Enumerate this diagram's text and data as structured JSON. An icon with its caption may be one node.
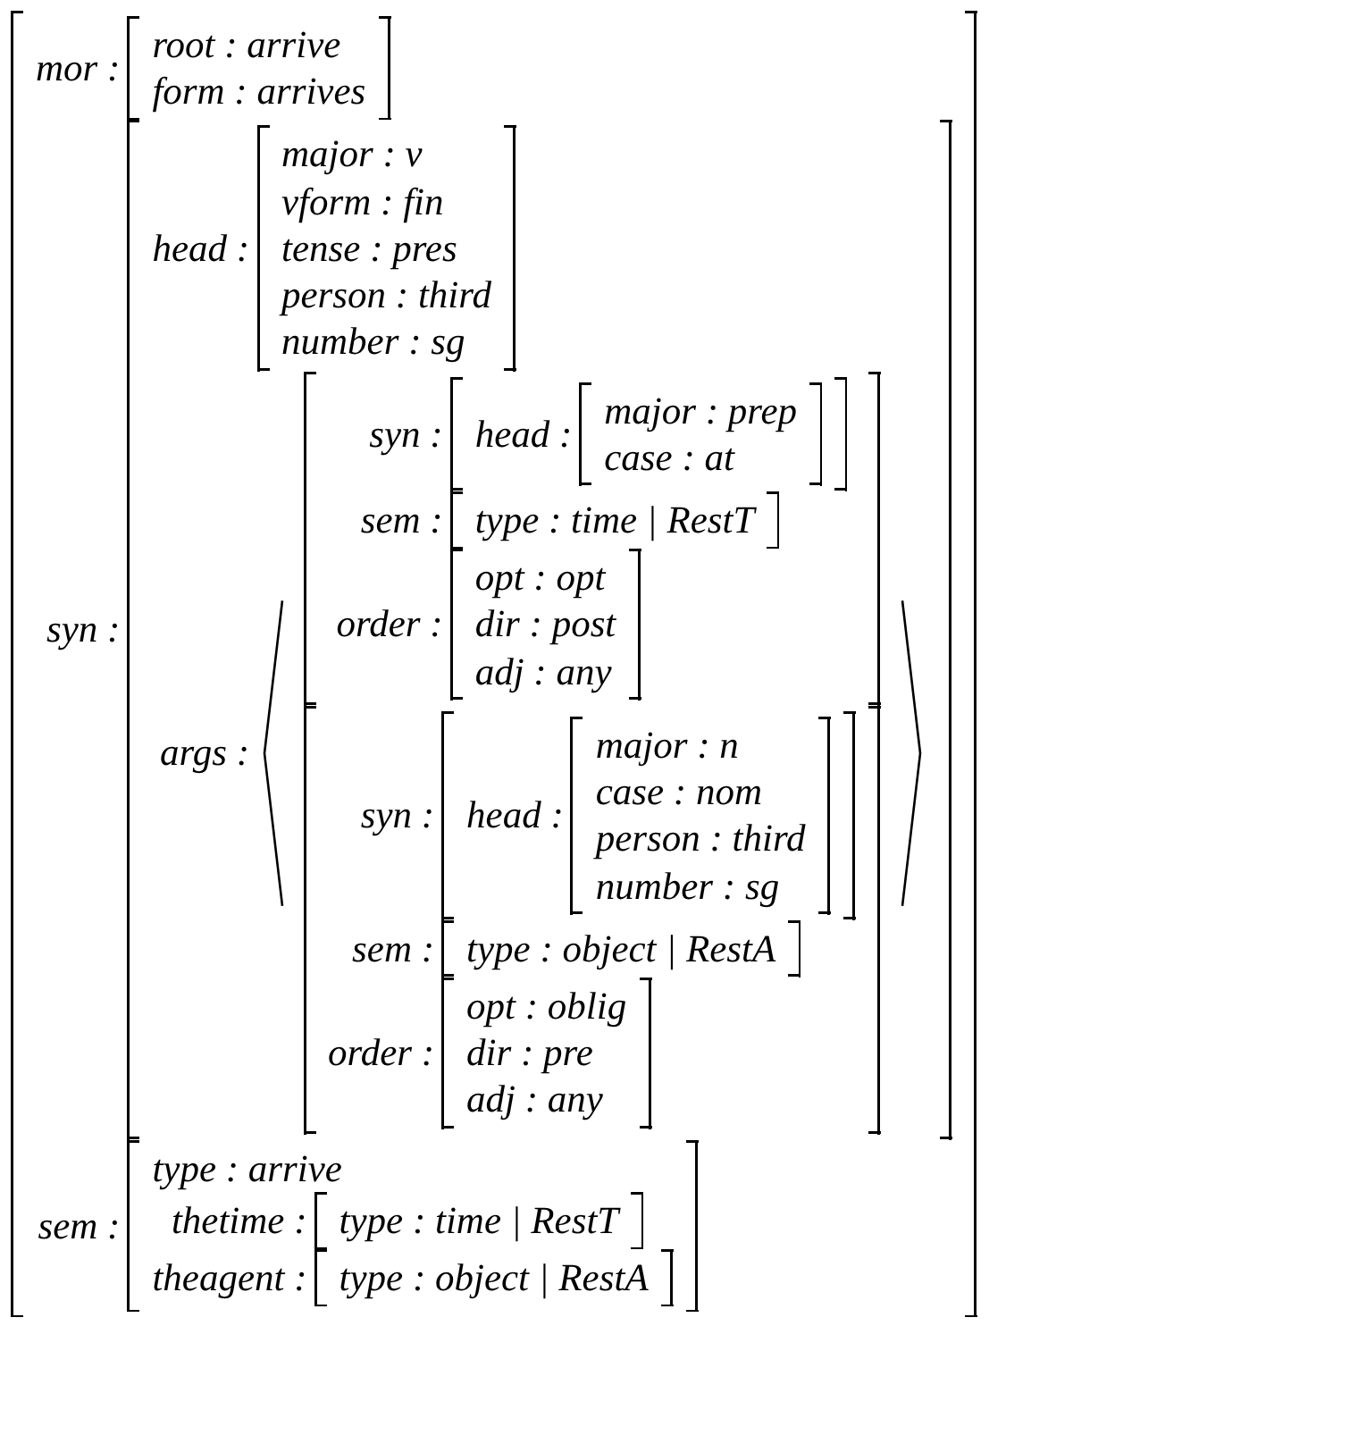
{
  "diagram": {
    "nodes": [
      {
        "text": [
          "mor :",
          "syn :",
          "sem :"
        ]
      },
      {
        "text": [
          "root : arrive",
          "form : arrives"
        ],
        "in": 0
      },
      {
        "text": [
          "head :",
          "args :"
        ],
        "in": 0
      },
      {
        "text": [
          "major : v",
          "vform : fin",
          "tense : pres",
          "person : third",
          "number : sg"
        ],
        "in": 2
      },
      {
        "text": [],
        "shape": "bracket",
        "in": 2
      },
      {
        "text": [
          "syn :",
          "sem :",
          "order :"
        ],
        "in": 4
      },
      {
        "text": [
          "head :"
        ],
        "in": 5
      },
      {
        "text": [
          "major : prep",
          "case : at"
        ],
        "in": 6
      },
      {
        "text": [
          "type : time | RestT"
        ],
        "in": 5
      },
      {
        "text": [
          "opt : opt",
          "dir : post",
          "adj : any"
        ],
        "in": 5
      },
      {
        "text": [
          "syn :",
          "sem :",
          "order :"
        ],
        "in": 4
      },
      {
        "text": [
          "head :"
        ],
        "in": 10
      },
      {
        "text": [
          "major : n",
          "case : nom",
          "person : third",
          "number : sg"
        ],
        "in": 11
      },
      {
        "text": [
          "type : object | RestA"
        ],
        "in": 10
      },
      {
        "text": [
          "opt : oblig",
          "dir : pre",
          "adj : any"
        ],
        "in": 10
      },
      {
        "text": [
          "type : arrive",
          "thetime :",
          "theagent :"
        ],
        "in": 0
      },
      {
        "text": [
          "type : time | RestT"
        ],
        "in": 15
      },
      {
        "text": [
          "type : object | RestA"
        ],
        "in": 15
      }
    ]
  }
}
